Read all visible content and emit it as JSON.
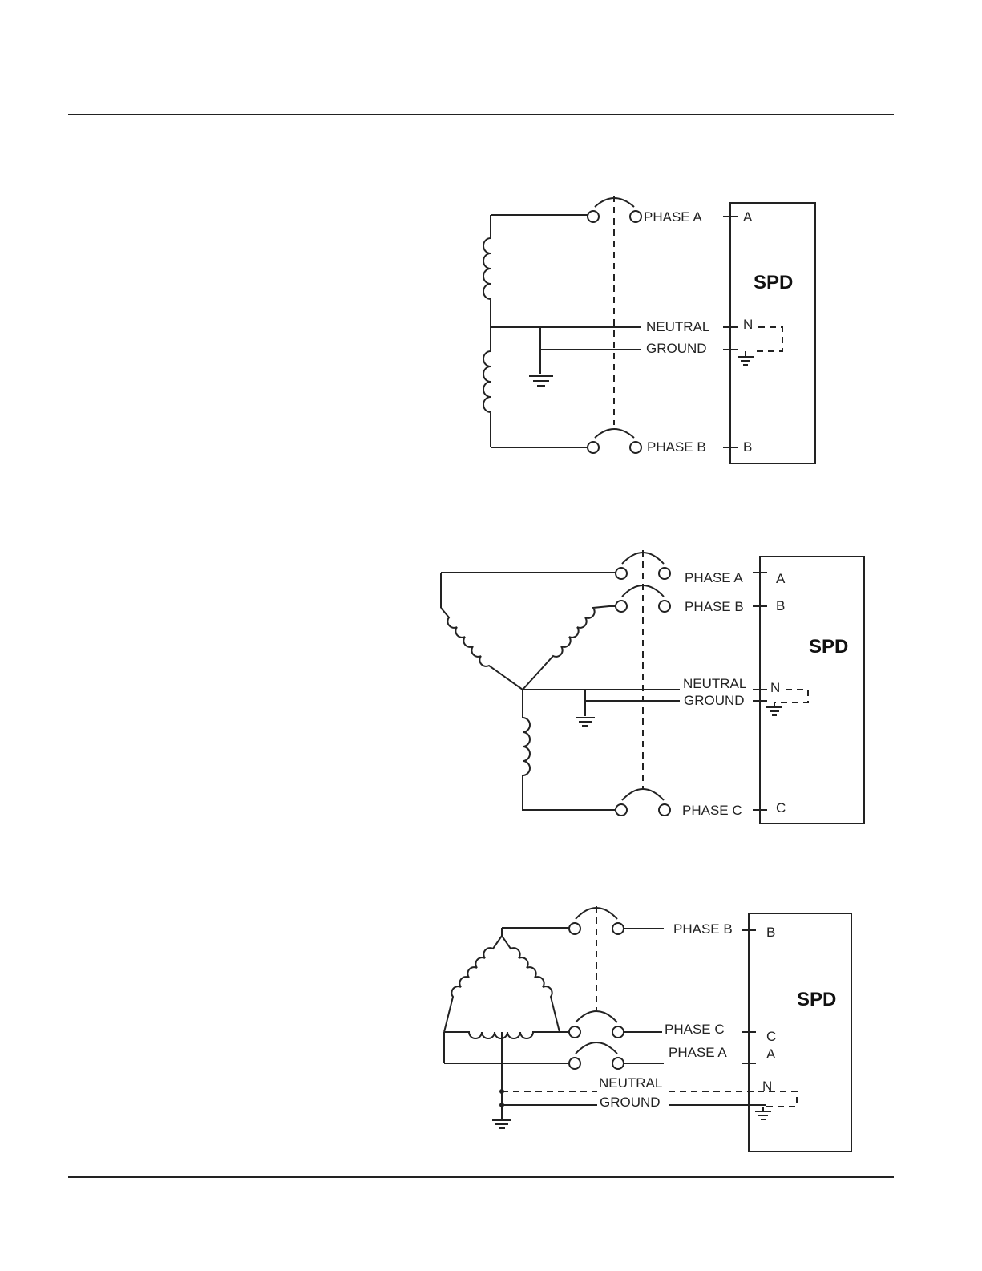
{
  "diagrams": [
    {
      "spd_label": "SPD",
      "lines": {
        "phase_a": "PHASE A",
        "neutral": "NEUTRAL",
        "ground": "GROUND",
        "phase_b": "PHASE B"
      },
      "terminals": {
        "a": "A",
        "n": "N",
        "b": "B"
      }
    },
    {
      "spd_label": "SPD",
      "lines": {
        "phase_a": "PHASE A",
        "phase_b": "PHASE B",
        "neutral": "NEUTRAL",
        "ground": "GROUND",
        "phase_c": "PHASE C"
      },
      "terminals": {
        "a": "A",
        "b": "B",
        "n": "N",
        "c": "C"
      }
    },
    {
      "spd_label": "SPD",
      "lines": {
        "phase_b": "PHASE B",
        "phase_c": "PHASE C",
        "phase_a": "PHASE A",
        "neutral": "NEUTRAL",
        "ground": "GROUND"
      },
      "terminals": {
        "b": "B",
        "c": "C",
        "a": "A",
        "n": "N"
      }
    }
  ]
}
